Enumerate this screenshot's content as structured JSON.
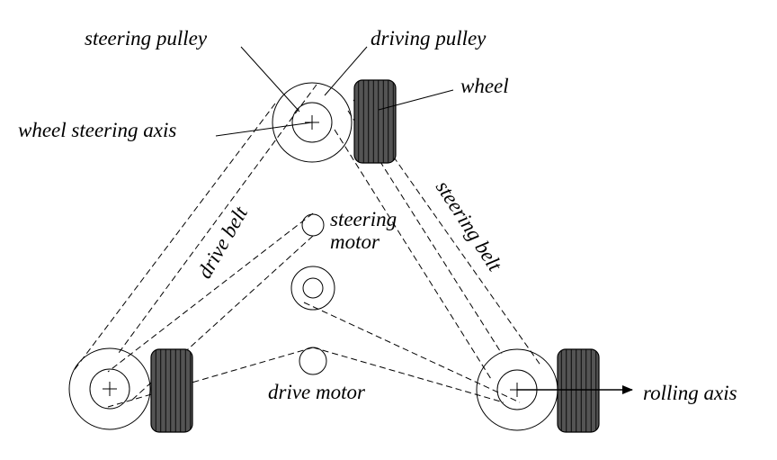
{
  "labels": {
    "steering_pulley": "steering pulley",
    "driving_pulley": "driving pulley",
    "wheel": "wheel",
    "wheel_steering_axis": "wheel steering axis",
    "drive_belt": "drive belt",
    "steering_belt": "steering belt",
    "steering_motor_line1": "steering",
    "steering_motor_line2": "motor",
    "drive_motor": "drive motor",
    "rolling_axis": "rolling axis"
  },
  "colors": {
    "line": "#000000",
    "tire_fill": "#545454",
    "background": "#ffffff"
  }
}
